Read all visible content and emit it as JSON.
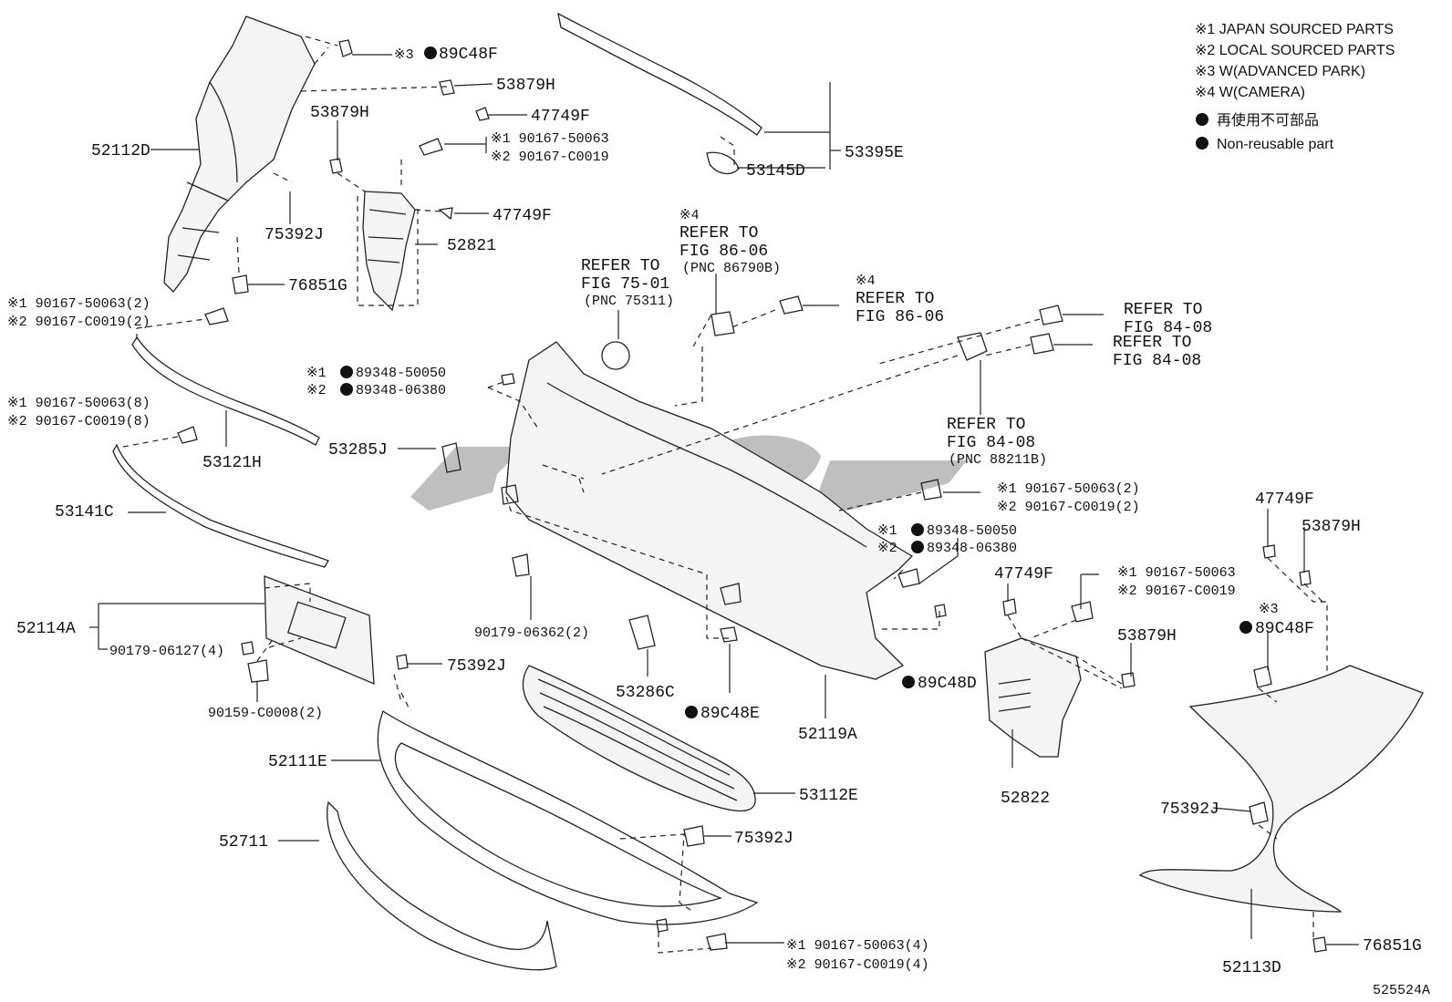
{
  "figure_id": "525524A",
  "legend": {
    "note1": "※1 JAPAN SOURCED PARTS",
    "note2": "※2 LOCAL SOURCED PARTS",
    "note3": "※3 W(ADVANCED PARK)",
    "note4": "※4 W(CAMERA)",
    "non_reusable_jp": "再使用不可部品",
    "non_reusable_en": "Non-reusable part"
  },
  "refs": {
    "fig7501": {
      "l1": "REFER TO",
      "l2": "FIG 75-01",
      "l3": "(PNC 75311)"
    },
    "fig8606a": {
      "note": "※4",
      "l1": "REFER TO",
      "l2": "FIG 86-06",
      "l3": "(PNC 86790B)"
    },
    "fig8606b": {
      "note": "※4",
      "l1": "REFER TO",
      "l2": "FIG 86-06"
    },
    "fig8408a": {
      "l1": "REFER TO",
      "l2": "FIG 84-08"
    },
    "fig8408b": {
      "l1": "REFER TO",
      "l2": "FIG 84-08"
    },
    "fig8408c": {
      "l1": "REFER TO",
      "l2": "FIG 84-08",
      "l3": "(PNC 88211B)"
    }
  },
  "labels": {
    "note1_a": "※1",
    "note2_a": "※2",
    "note1_b": "※1",
    "note2_b": "※2",
    "note3_a": "※3",
    "note3_b": "※3",
    "p89C48F_top": "89C48F",
    "p53879H_top": "53879H",
    "p47749F_top": "47749F",
    "p52112D": "52112D",
    "p53879H_left": "53879H",
    "n1_90167_50063_a": "※1 90167-50063",
    "n2_90167_C0019_a": "※2 90167-C0019",
    "p47749F_mid": "47749F",
    "p52821": "52821",
    "p75392J_top": "75392J",
    "p76851G_left": "76851G",
    "n1_90167_50063_2_left": "※1 90167-50063(2)",
    "n2_90167_C0019_2_left": "※2 90167-C0019(2)",
    "p89348_50050_left": "89348-50050",
    "p89348_06380_left": "89348-06380",
    "n1_90167_50063_8": "※1 90167-50063(8)",
    "n2_90167_C0019_8": "※2 90167-C0019(8)",
    "p53285J": "53285J",
    "p53121H": "53121H",
    "p53141C": "53141C",
    "p52114A": "52114A",
    "p90179_06127": "90179-06127(4)",
    "p90159_C0008": "90159-C0008(2)",
    "p75392J_mid": "75392J",
    "p90179_06362": "90179-06362(2)",
    "p52111E": "52111E",
    "p52711": "52711",
    "p53286C": "53286C",
    "p89C48E": "89C48E",
    "p53112E": "53112E",
    "p75392J_bottom": "75392J",
    "n1_90167_50063_4": "※1 90167-50063(4)",
    "n2_90167_C0019_4": "※2 90167-C0019(4)",
    "p52119A": "52119A",
    "p89C48D": "89C48D",
    "p53145D": "53145D",
    "p53395E": "53395E",
    "n1_90167_50063_2_right": "※1 90167-50063(2)",
    "n2_90167_C0019_2_right": "※2 90167-C0019(2)",
    "p89348_50050_right": "89348-50050",
    "p89348_06380_right": "89348-06380",
    "p47749F_rmid": "47749F",
    "n1_90167_50063_b": "※1 90167-50063",
    "n2_90167_C0019_b": "※2 90167-C0019",
    "p53879H_rmid": "53879H",
    "p52822": "52822",
    "p47749F_rtop": "47749F",
    "p53879H_rtop": "53879H",
    "p89C48F_right": "89C48F",
    "p75392J_right": "75392J",
    "p52113D": "52113D",
    "p76851G_right": "76851G"
  }
}
